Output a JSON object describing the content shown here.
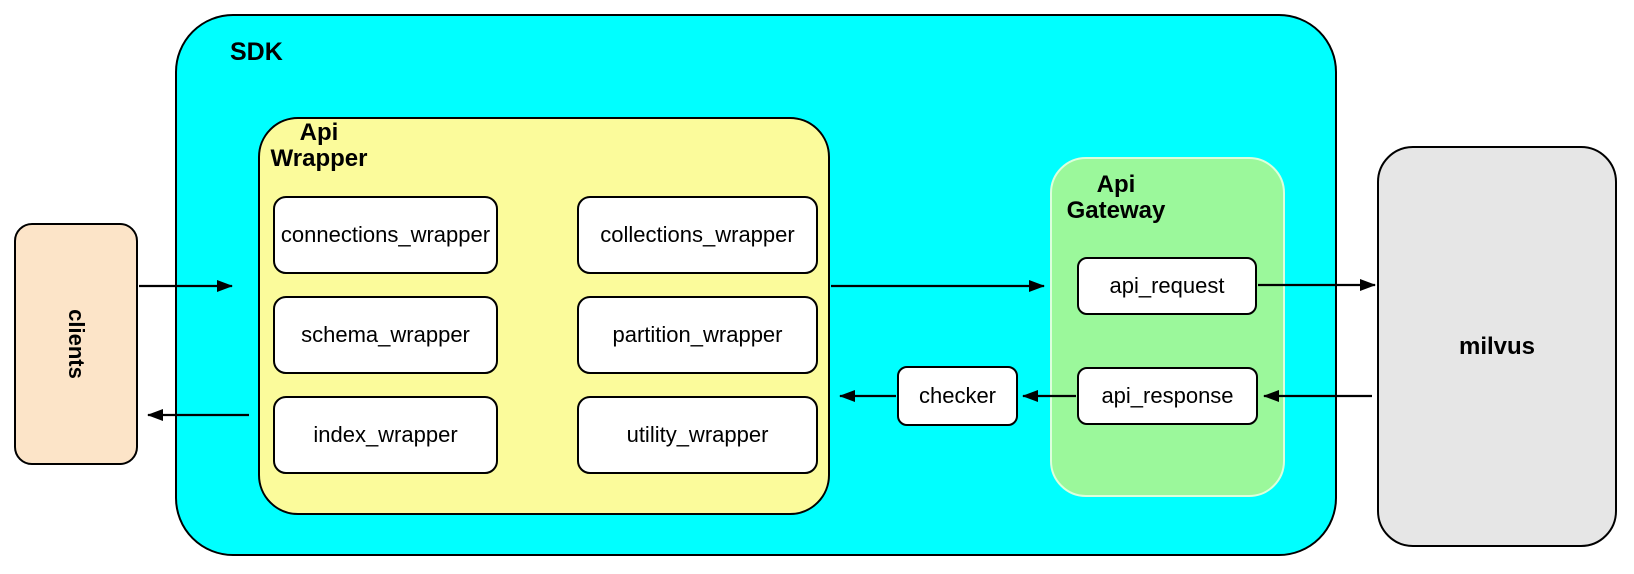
{
  "diagram": {
    "containers": {
      "sdk": {
        "label": "SDK",
        "color": "#00ffff"
      },
      "api_wrapper": {
        "label_line1": "Api",
        "label_line2": "Wrapper",
        "color": "#fbfb9b"
      },
      "api_gateway": {
        "label_line1": "Api",
        "label_line2": "Gateway",
        "color": "#9bf89b"
      }
    },
    "nodes": {
      "clients": {
        "label": "clients",
        "color": "#fce4c8"
      },
      "milvus": {
        "label": "milvus",
        "color": "#e6e6e6"
      },
      "checker": {
        "label": "checker",
        "color": "#ffffff"
      },
      "wrapper_modules": [
        "connections_wrapper",
        "collections_wrapper",
        "schema_wrapper",
        "partition_wrapper",
        "index_wrapper",
        "utility_wrapper"
      ],
      "gateway_modules": [
        "api_request",
        "api_response"
      ]
    },
    "edges": [
      {
        "from": "clients",
        "to": "SDK"
      },
      {
        "from": "Api Wrapper",
        "to": "Api Gateway (api_request)"
      },
      {
        "from": "api_request",
        "to": "milvus"
      },
      {
        "from": "milvus",
        "to": "api_response"
      },
      {
        "from": "api_response",
        "to": "checker"
      },
      {
        "from": "checker",
        "to": "Api Wrapper"
      },
      {
        "from": "Api Wrapper",
        "to": "clients"
      }
    ]
  }
}
